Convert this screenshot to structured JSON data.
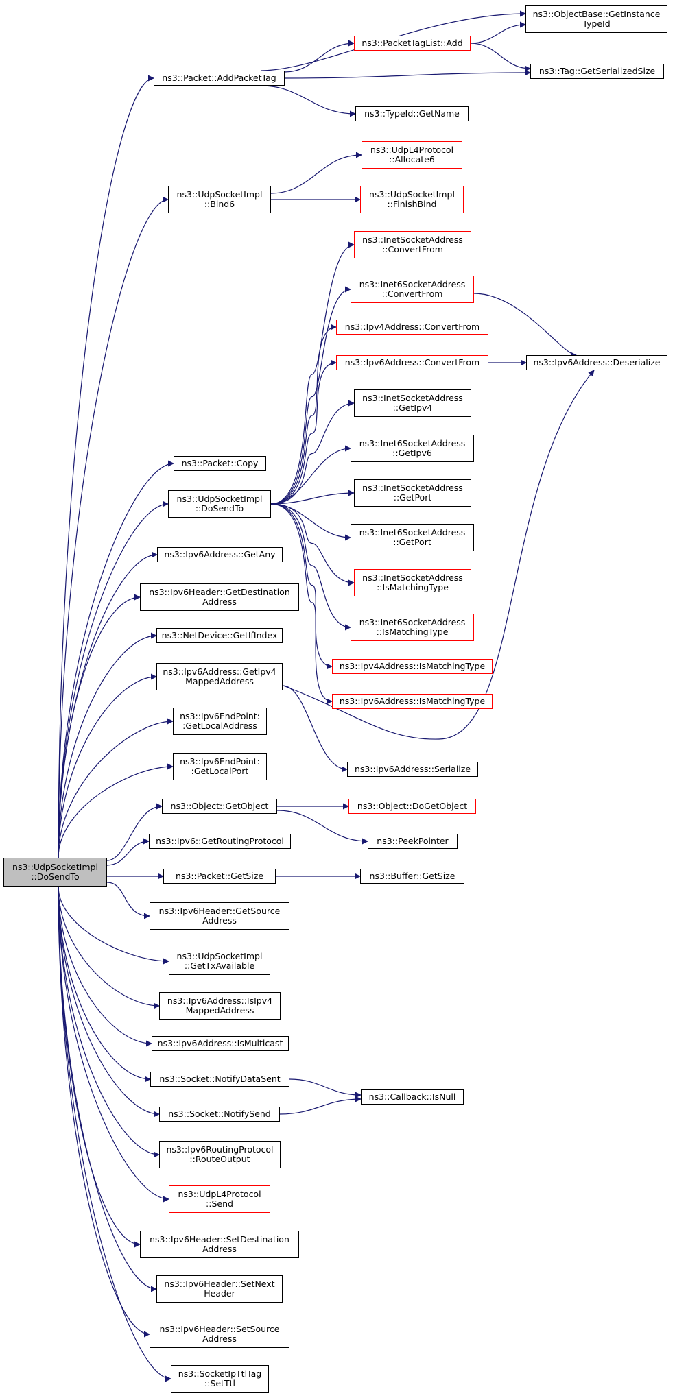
{
  "colors": {
    "edge": "#191970",
    "node_border": "#000000",
    "incomplete_border": "#ff0000",
    "root_fill": "#bfbfbf"
  },
  "nodes": {
    "root": {
      "label": "ns3::UdpSocketImpl\n::DoSendTo"
    },
    "add_packet_tag": {
      "label": "ns3::Packet::AddPacketTag"
    },
    "objectbase_getinstancetypeid": {
      "label": "ns3::ObjectBase::GetInstance\nTypeId"
    },
    "packettaglist_add": {
      "label": "ns3::PacketTagList::Add"
    },
    "tag_getserializedsize": {
      "label": "ns3::Tag::GetSerializedSize"
    },
    "typeid_getname": {
      "label": "ns3::TypeId::GetName"
    },
    "bind6": {
      "label": "ns3::UdpSocketImpl\n::Bind6"
    },
    "udpl4_allocate6": {
      "label": "ns3::UdpL4Protocol\n::Allocate6"
    },
    "finishbind": {
      "label": "ns3::UdpSocketImpl\n::FinishBind"
    },
    "inet_convertfrom": {
      "label": "ns3::InetSocketAddress\n::ConvertFrom"
    },
    "inet6_convertfrom": {
      "label": "ns3::Inet6SocketAddress\n::ConvertFrom"
    },
    "ipv4addr_convertfrom": {
      "label": "ns3::Ipv4Address::ConvertFrom"
    },
    "ipv6addr_convertfrom": {
      "label": "ns3::Ipv6Address::ConvertFrom"
    },
    "ipv6addr_deserialize": {
      "label": "ns3::Ipv6Address::Deserialize"
    },
    "inet_getipv4": {
      "label": "ns3::InetSocketAddress\n::GetIpv4"
    },
    "inet6_getipv6": {
      "label": "ns3::Inet6SocketAddress\n::GetIpv6"
    },
    "packet_copy": {
      "label": "ns3::Packet::Copy"
    },
    "dosendto2": {
      "label": "ns3::UdpSocketImpl\n::DoSendTo"
    },
    "inet_getport": {
      "label": "ns3::InetSocketAddress\n::GetPort"
    },
    "inet6_getport": {
      "label": "ns3::Inet6SocketAddress\n::GetPort"
    },
    "ipv6addr_getany": {
      "label": "ns3::Ipv6Address::GetAny"
    },
    "inet_ismatchingtype": {
      "label": "ns3::InetSocketAddress\n::IsMatchingType"
    },
    "ipv6hdr_getdestination": {
      "label": "ns3::Ipv6Header::GetDestination\nAddress"
    },
    "inet6_ismatchingtype": {
      "label": "ns3::Inet6SocketAddress\n::IsMatchingType"
    },
    "netdevice_getifindex": {
      "label": "ns3::NetDevice::GetIfIndex"
    },
    "ipv4addr_ismatchingtype": {
      "label": "ns3::Ipv4Address::IsMatchingType"
    },
    "ipv6addr_getipv4mapped": {
      "label": "ns3::Ipv6Address::GetIpv4\nMappedAddress"
    },
    "ipv6addr_ismatchingtype": {
      "label": "ns3::Ipv6Address::IsMatchingType"
    },
    "ipv6endpoint_getlocaladdress": {
      "label": "ns3::Ipv6EndPoint:\n:GetLocalAddress"
    },
    "ipv6addr_serialize": {
      "label": "ns3::Ipv6Address::Serialize"
    },
    "ipv6endpoint_getlocalport": {
      "label": "ns3::Ipv6EndPoint:\n:GetLocalPort"
    },
    "object_getobject": {
      "label": "ns3::Object::GetObject"
    },
    "object_dogetobject": {
      "label": "ns3::Object::DoGetObject"
    },
    "peekpointer": {
      "label": "ns3::PeekPointer"
    },
    "ipv6_getroutingprotocol": {
      "label": "ns3::Ipv6::GetRoutingProtocol"
    },
    "packet_getsize": {
      "label": "ns3::Packet::GetSize"
    },
    "buffer_getsize": {
      "label": "ns3::Buffer::GetSize"
    },
    "ipv6hdr_getsource": {
      "label": "ns3::Ipv6Header::GetSource\nAddress"
    },
    "gettxavailable": {
      "label": "ns3::UdpSocketImpl\n::GetTxAvailable"
    },
    "ipv6addr_isipv4mapped": {
      "label": "ns3::Ipv6Address::IsIpv4\nMappedAddress"
    },
    "ipv6addr_ismulticast": {
      "label": "ns3::Ipv6Address::IsMulticast"
    },
    "socket_notifydatasent": {
      "label": "ns3::Socket::NotifyDataSent"
    },
    "callback_isnull": {
      "label": "ns3::Callback::IsNull"
    },
    "socket_notifysend": {
      "label": "ns3::Socket::NotifySend"
    },
    "routeoutput": {
      "label": "ns3::Ipv6RoutingProtocol\n::RouteOutput"
    },
    "udpl4_send": {
      "label": "ns3::UdpL4Protocol\n::Send"
    },
    "ipv6hdr_setdestination": {
      "label": "ns3::Ipv6Header::SetDestination\nAddress"
    },
    "ipv6hdr_setnext": {
      "label": "ns3::Ipv6Header::SetNext\nHeader"
    },
    "ipv6hdr_setsource": {
      "label": "ns3::Ipv6Header::SetSource\nAddress"
    },
    "socketipttltag_setttl": {
      "label": "ns3::SocketIpTtlTag\n::SetTtl"
    }
  }
}
